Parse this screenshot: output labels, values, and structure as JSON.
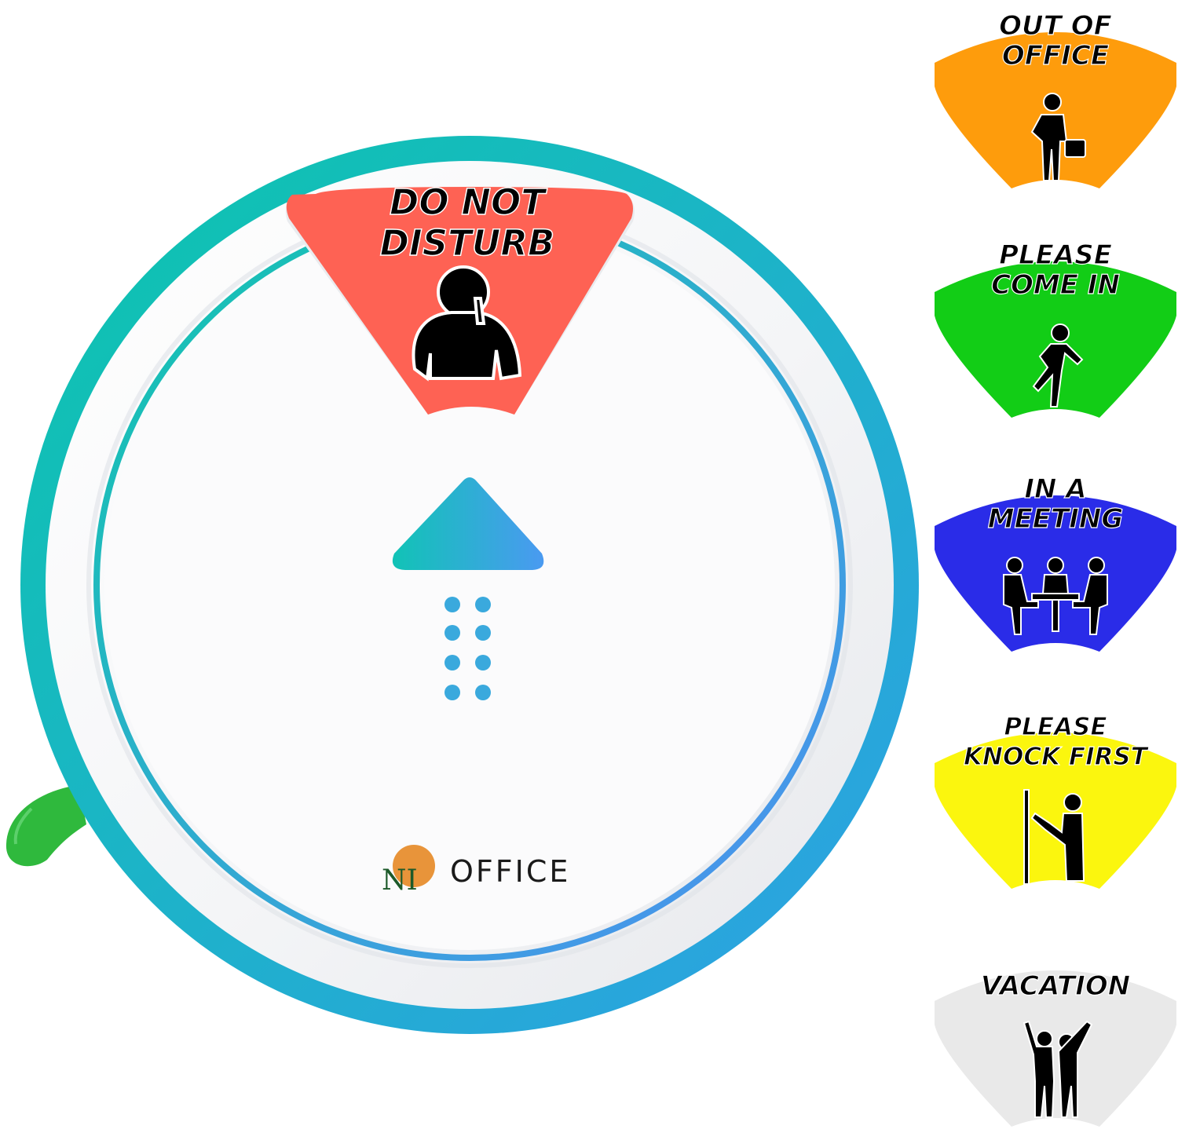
{
  "dial": {
    "current_status": {
      "line1": "DO NOT",
      "line2": "DISTURB",
      "color": "#fe6254",
      "icon": "shush-person-icon"
    },
    "ring_gradient": [
      "#0bc6ac",
      "#2f9fe6"
    ],
    "arrow_gradient": [
      "#11c3b6",
      "#4a9af1"
    ],
    "dots_color": "#3aa9dd",
    "knob_color": "#2fb93d",
    "brand": {
      "monogram": "NI",
      "word": "OFFICE",
      "circle_color": "#e8943a",
      "monogram_color": "#1d5a2a"
    }
  },
  "status_cards": [
    {
      "id": "out-of-office",
      "line1": "OUT OF",
      "line2": "OFFICE",
      "color": "#fe9c0c",
      "text_color": "#000000",
      "stroke": "#ffffff",
      "icon": "businessman-icon"
    },
    {
      "id": "please-come-in",
      "line1": "PLEASE",
      "line2": "COME IN",
      "color": "#12cd16",
      "text_color": "#000000",
      "stroke": "#ffffff",
      "icon": "walking-person-icon"
    },
    {
      "id": "in-a-meeting",
      "line1": "IN A",
      "line2": "MEETING",
      "color": "#2a2ce8",
      "text_color": "#000000",
      "stroke": "#ffffff",
      "icon": "meeting-table-icon"
    },
    {
      "id": "please-knock-first",
      "line1": "PLEASE",
      "line2": "KNOCK FIRST",
      "color": "#fbf60e",
      "text_color": "#000000",
      "stroke": "#ffffff",
      "icon": "knocking-person-icon"
    },
    {
      "id": "vacation",
      "line1": "VACATION",
      "line2": "",
      "color": "#e9e9e9",
      "text_color": "#000000",
      "stroke": "#ffffff",
      "icon": "cheering-couple-icon"
    }
  ]
}
